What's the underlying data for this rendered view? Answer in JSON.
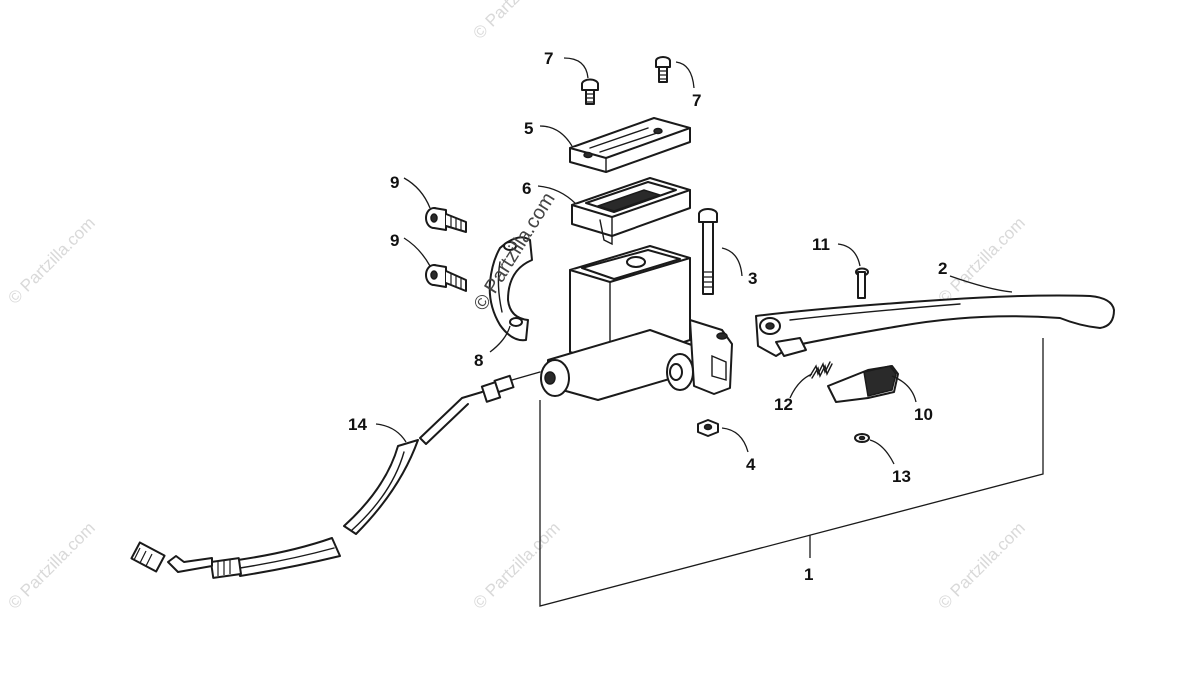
{
  "diagram": {
    "callouts": {
      "c1": "1",
      "c2": "2",
      "c3": "3",
      "c4": "4",
      "c5": "5",
      "c6": "6",
      "c7a": "7",
      "c7b": "7",
      "c8": "8",
      "c9a": "9",
      "c9b": "9",
      "c10": "10",
      "c11": "11",
      "c12": "12",
      "c13": "13",
      "c14": "14"
    },
    "watermarks": {
      "center": "© Partzilla.com",
      "w1": "© Partzilla.com",
      "w2": "© Partzilla.com",
      "w3": "© Partzilla.com",
      "w4": "© Partzilla.com",
      "w5": "© Partzilla.com",
      "w6": "© Partzilla.com"
    }
  }
}
